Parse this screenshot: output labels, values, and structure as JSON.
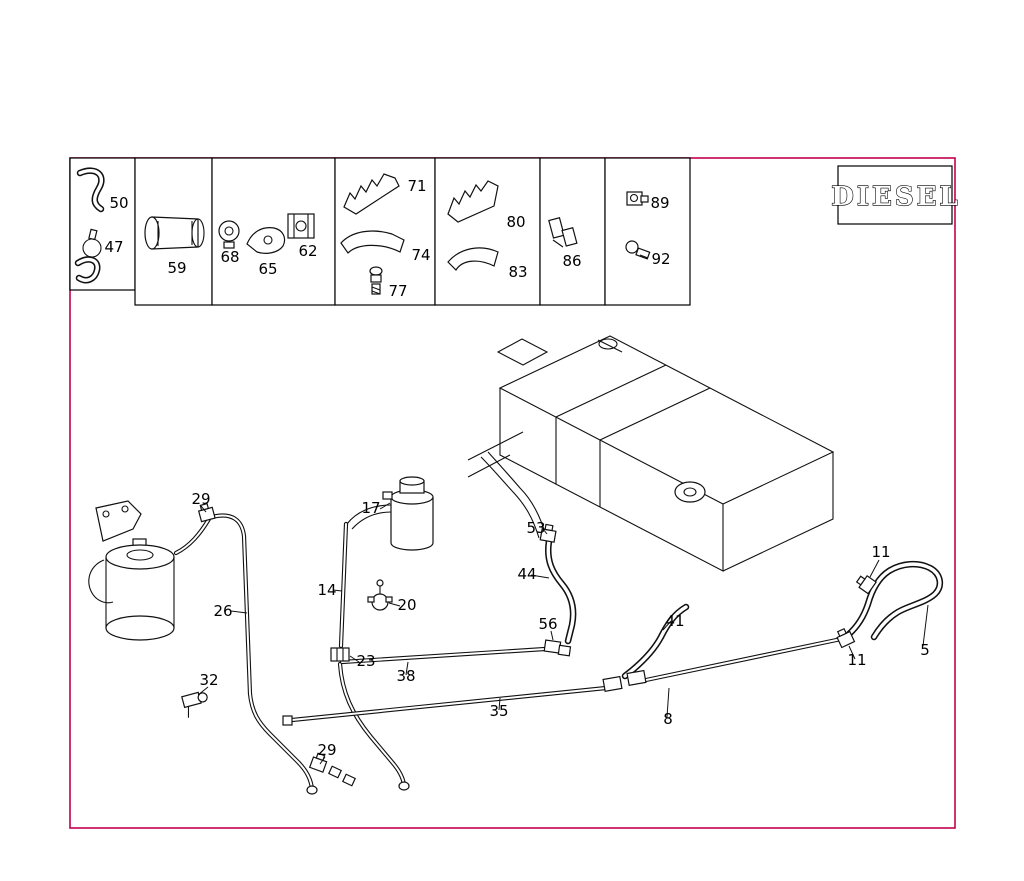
{
  "brand": {
    "label": "DIESEL"
  },
  "colors": {
    "frame_border": "#c2004f",
    "line_art": "#111111"
  },
  "legend": {
    "labels": [
      "50",
      "47",
      "59",
      "68",
      "65",
      "62",
      "71",
      "74",
      "77",
      "80",
      "83",
      "86",
      "89",
      "92"
    ]
  },
  "diagram": {
    "callouts": [
      "29",
      "17",
      "53",
      "11",
      "44",
      "14",
      "20",
      "26",
      "56",
      "41",
      "5",
      "11",
      "23",
      "38",
      "32",
      "35",
      "8",
      "29"
    ]
  }
}
